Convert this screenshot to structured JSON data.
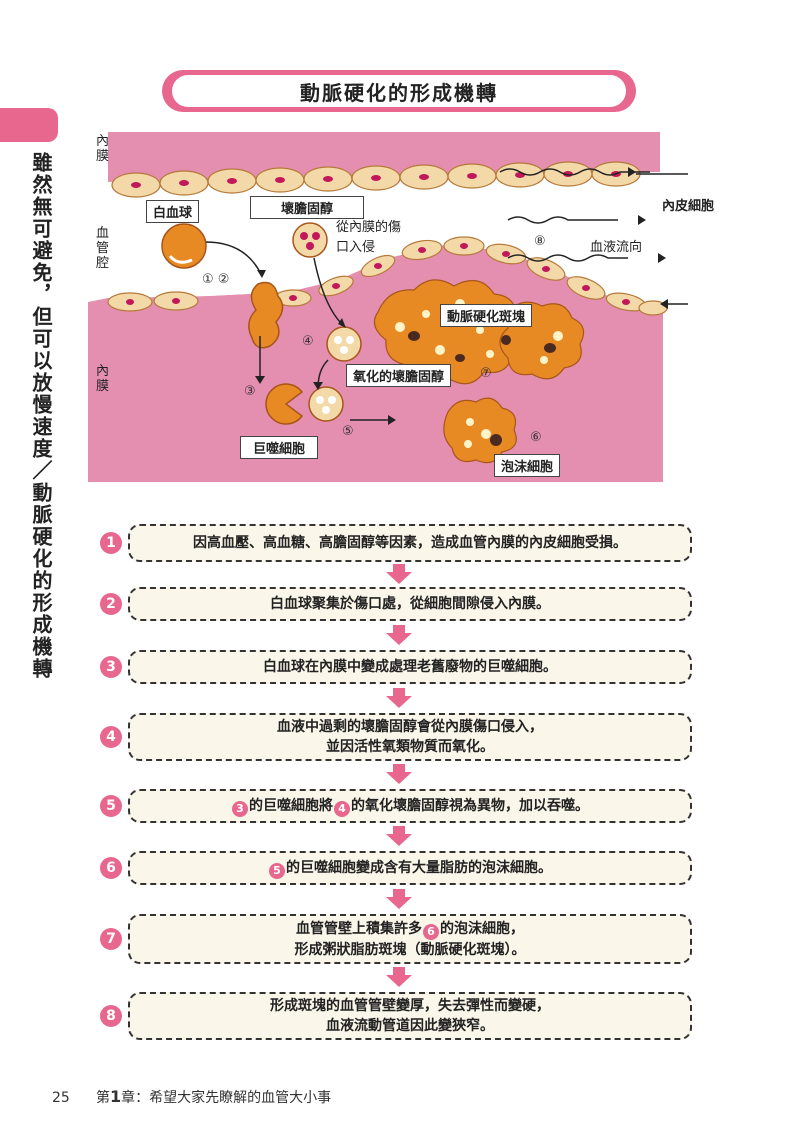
{
  "side_title": "雖然無可避免，但可以放慢速度／動脈硬化的形成機轉",
  "title": "動脈硬化的形成機轉",
  "diagram": {
    "side_labels": {
      "intima_top": "內膜",
      "lumen": "血管腔",
      "intima_bottom": "內膜"
    },
    "labels": {
      "white_blood_cell": "白血球",
      "ldl": "壞膽固醇",
      "ldl_invade": "從內膜的傷口入侵",
      "endothelial": "內皮細胞",
      "blood_flow": "血液流向",
      "plaque": "動脈硬化斑塊",
      "oxidized_ldl": "氧化的壞膽固醇",
      "macrophage": "巨噬細胞",
      "foam_cell": "泡沫細胞"
    },
    "markers": {
      "m12": "① ②",
      "m3": "③",
      "m4": "④",
      "m5": "⑤",
      "m6": "⑥",
      "m7": "⑦",
      "m8": "⑧"
    }
  },
  "steps": [
    {
      "num": "1",
      "lines": [
        "因高血壓、高血糖、高膽固醇等因素，造成血管內膜的內皮細胞受損。"
      ]
    },
    {
      "num": "2",
      "lines": [
        "白血球聚集於傷口處，從細胞間隙侵入內膜。"
      ]
    },
    {
      "num": "3",
      "lines": [
        "白血球在內膜中變成處理老舊廢物的巨噬細胞。"
      ]
    },
    {
      "num": "4",
      "lines": [
        "血液中過剩的壞膽固醇會從內膜傷口侵入，",
        "並因活性氧類物質而氧化。"
      ]
    },
    {
      "num": "5",
      "ref_a": "3",
      "text_a": "的巨噬細胞將",
      "ref_b": "4",
      "text_b": "的氧化壞膽固醇視為異物，加以吞噬。"
    },
    {
      "num": "6",
      "ref_a": "5",
      "text_a": "的巨噬細胞變成含有大量脂肪的泡沫細胞。"
    },
    {
      "num": "7",
      "line1_a": "血管管壁上積集許多",
      "ref": "6",
      "line1_b": "的泡沫細胞，",
      "line2": "形成粥狀脂肪斑塊（動脈硬化斑塊）。"
    },
    {
      "num": "8",
      "lines": [
        "形成斑塊的血管管壁變厚，失去彈性而變硬，",
        "血液流動管道因此變狹窄。"
      ]
    }
  ],
  "footer": {
    "page": "25",
    "chapter_prefix": "第",
    "chapter_num": "1",
    "chapter_suffix": "章：希望大家先瞭解的血管大小事"
  },
  "colors": {
    "pink": "#e8678f",
    "intima": "#e58fb0",
    "cell": "#f4d9a8",
    "nucleus": "#c2185b",
    "plaque": "#e88a24",
    "box_bg": "#fbf6ea"
  }
}
